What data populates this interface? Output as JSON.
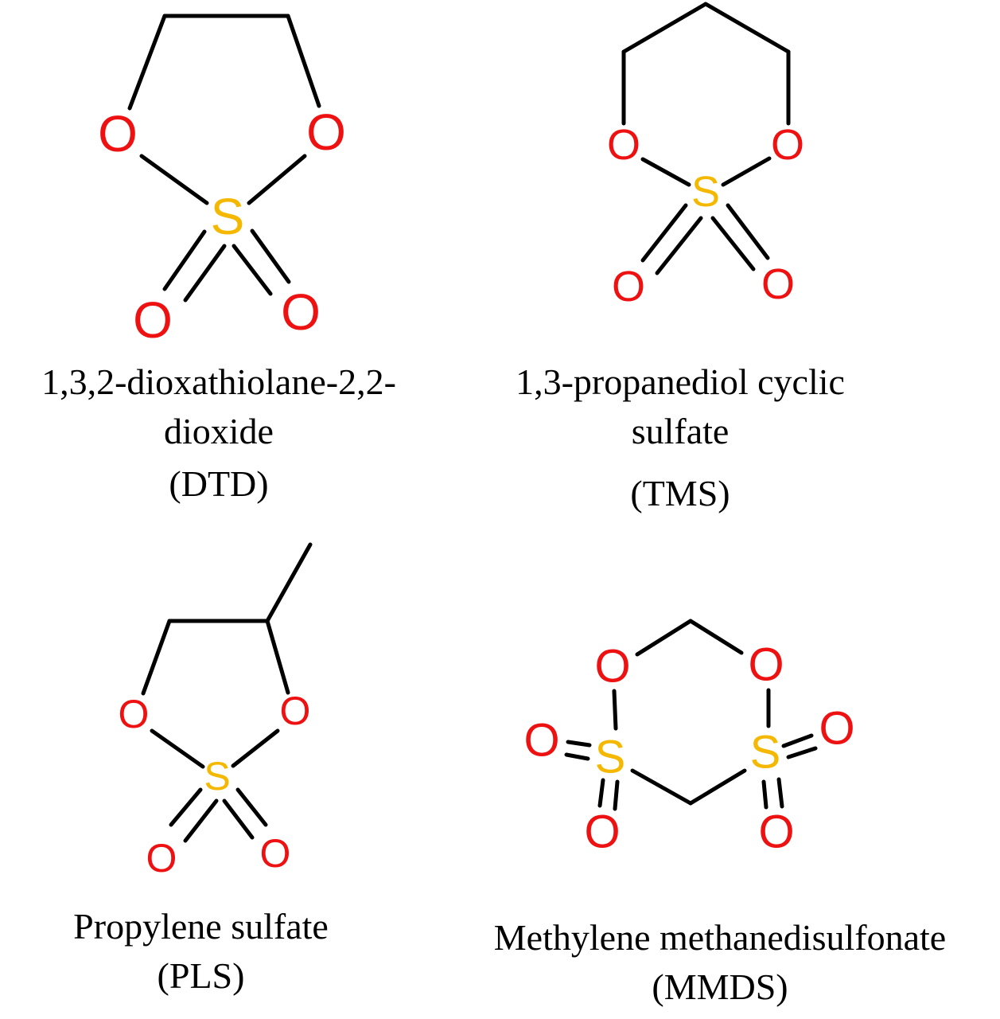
{
  "colors": {
    "oxygen": "#ee1111",
    "sulfur": "#f5b800",
    "bond": "#000000"
  },
  "molecules": [
    {
      "id": "dtd",
      "name_line1": "1,3,2-dioxathiolane-2,2-",
      "name_line2": "dioxide",
      "abbr": "(DTD)",
      "atoms": {
        "O1": "O",
        "O2": "O",
        "S": "S",
        "O3": "O",
        "O4": "O"
      }
    },
    {
      "id": "tms",
      "name_line1": "1,3-propanediol cyclic",
      "name_line2": "sulfate",
      "abbr": "(TMS)",
      "atoms": {
        "O1": "O",
        "O2": "O",
        "S": "S",
        "O3": "O",
        "O4": "O"
      }
    },
    {
      "id": "pls",
      "name_line1": "Propylene sulfate",
      "abbr": "(PLS)",
      "atoms": {
        "O1": "O",
        "O2": "O",
        "S": "S",
        "O3": "O",
        "O4": "O"
      }
    },
    {
      "id": "mmds",
      "name_line1": "Methylene methanedisulfonate",
      "abbr": "(MMDS)",
      "atoms": {
        "O1": "O",
        "O2": "O",
        "S1": "S",
        "S2": "S",
        "O3": "O",
        "O4": "O",
        "O5": "O",
        "O6": "O"
      }
    }
  ]
}
